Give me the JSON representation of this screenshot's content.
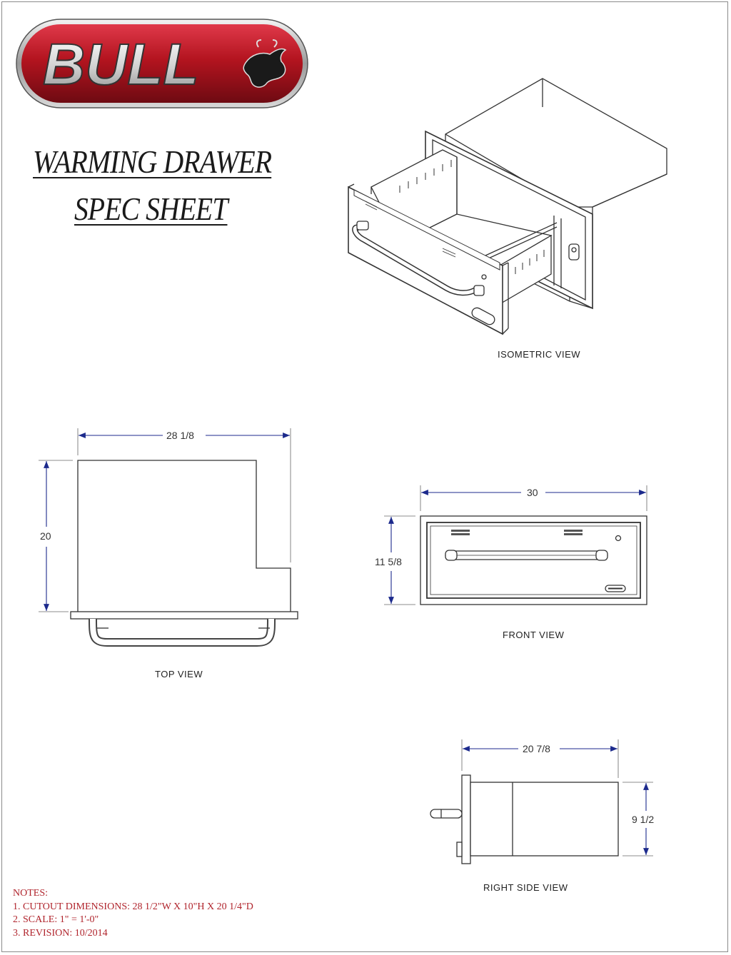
{
  "brand": {
    "logo_text": "BULL",
    "logo_color": "#b3141f"
  },
  "title": {
    "line1": "WARMING DRAWER",
    "line2": "SPEC SHEET"
  },
  "views": {
    "isometric": "ISOMETRIC VIEW",
    "top": "TOP VIEW",
    "front": "FRONT VIEW",
    "right_side": "RIGHT SIDE VIEW"
  },
  "dimensions": {
    "top_width": "28 1/8",
    "top_depth": "20",
    "front_width": "30",
    "front_height": "11 5/8",
    "side_depth": "20 7/8",
    "side_height": "9 1/2"
  },
  "notes": {
    "heading": "NOTES:",
    "items": [
      "1. CUTOUT DIMENSIONS: 28 1/2\"W  X  10\"H  X  20 1/4\"D",
      "2. SCALE: 1\" = 1'-0\"",
      "3. REVISION: 10/2014"
    ]
  },
  "colors": {
    "dimension_arrow": "#1c2a8c",
    "line": "#333333",
    "notes": "#b0242c"
  }
}
